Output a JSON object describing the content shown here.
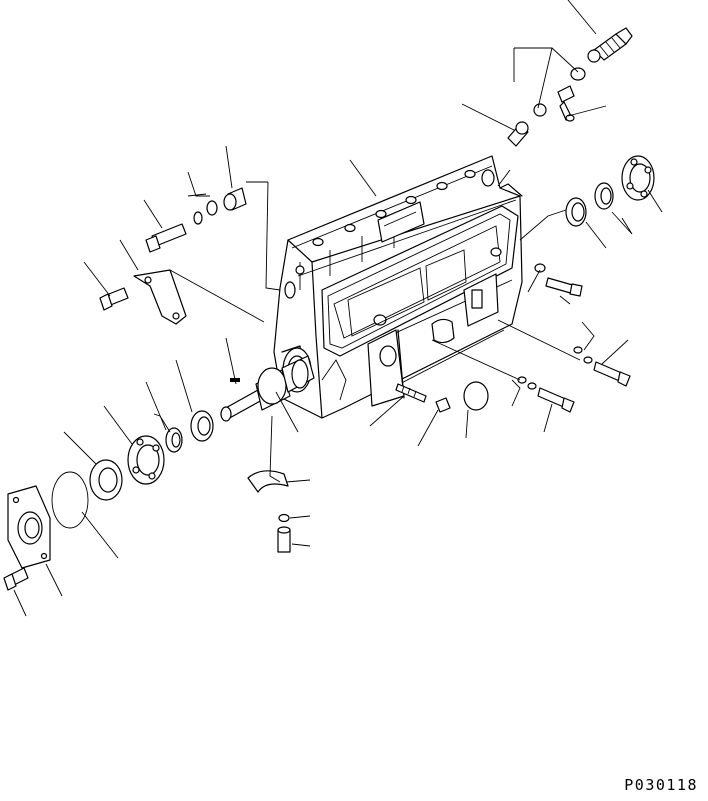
{
  "drawing": {
    "code": "P030118",
    "line_color": "#000000",
    "background": "#ffffff",
    "parts": [
      "pump-housing",
      "housing-cover-plate",
      "cover-gasket",
      "side-plate",
      "top-label-plate",
      "end-plate",
      "end-cap",
      "camshaft",
      "shaft-key",
      "cam-bearing-left",
      "cam-bearing-right",
      "outer-race-left",
      "outer-race-right",
      "o-ring",
      "bearing-cover-flange",
      "flange-bolt",
      "support-bracket",
      "bracket-bolt",
      "hollow-screw",
      "hollow-screw-washer-a",
      "hollow-screw-washer-b",
      "feed-fitting",
      "feed-fitting-washer-a",
      "feed-fitting-washer-b",
      "banjo-bolt",
      "eye-connector",
      "connector-nipple",
      "seal-ring",
      "shim-washer",
      "spacer-washer",
      "stud-bolt",
      "stud-nut",
      "plug-disc",
      "plate-bolt",
      "plate-washer",
      "mount-bolt-upper",
      "mount-bolt-lower",
      "clamp",
      "clamp-washer",
      "clamp-bolt"
    ]
  }
}
